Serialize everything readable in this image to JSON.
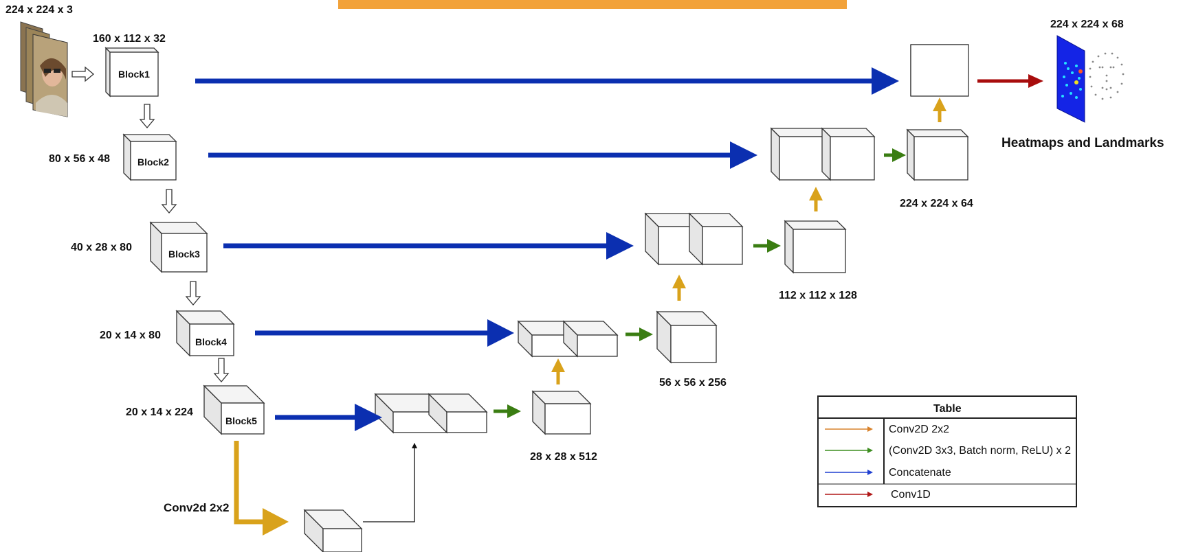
{
  "input": {
    "label": "224 x 224 x 3"
  },
  "encoder": [
    {
      "shape": "160 x 112 x 32",
      "block": "Block1"
    },
    {
      "shape": "80 x 56 x 48",
      "block": "Block2"
    },
    {
      "shape": "40 x 28 x 80",
      "block": "Block3"
    },
    {
      "shape": "20 x 14 x 80",
      "block": "Block4"
    },
    {
      "shape": "20 x 14 x 224",
      "block": "Block5"
    }
  ],
  "bottleneck_label": "Conv2d 2x2",
  "decoder_shapes": [
    "28 x 28 x 512",
    "56 x 56 x 256",
    "112 x 112 x 128",
    "224 x 224 x 64"
  ],
  "output": {
    "shape": "224 x 224 x 68",
    "caption": "Heatmaps and Landmarks"
  },
  "legend": {
    "title": "Table",
    "items": [
      {
        "label": "Conv2D 2x2",
        "color": "#d9822b"
      },
      {
        "label": "(Conv2D 3x3, Batch norm, ReLU) x 2",
        "color": "#3c8d1f"
      },
      {
        "label": "Concatenate",
        "color": "#1f3fd1"
      },
      {
        "label": "Conv1D",
        "color": "#b01717"
      }
    ]
  },
  "colors": {
    "concat": "#0b2fb0",
    "upconv": "#d9a21b",
    "conv": "#3a7d12",
    "conv1d": "#a80d0d",
    "top_bar": "#f2a23a"
  },
  "icons": [
    "input-face-image-icon",
    "heatmap-image-icon",
    "landmarks-sketch-icon"
  ]
}
